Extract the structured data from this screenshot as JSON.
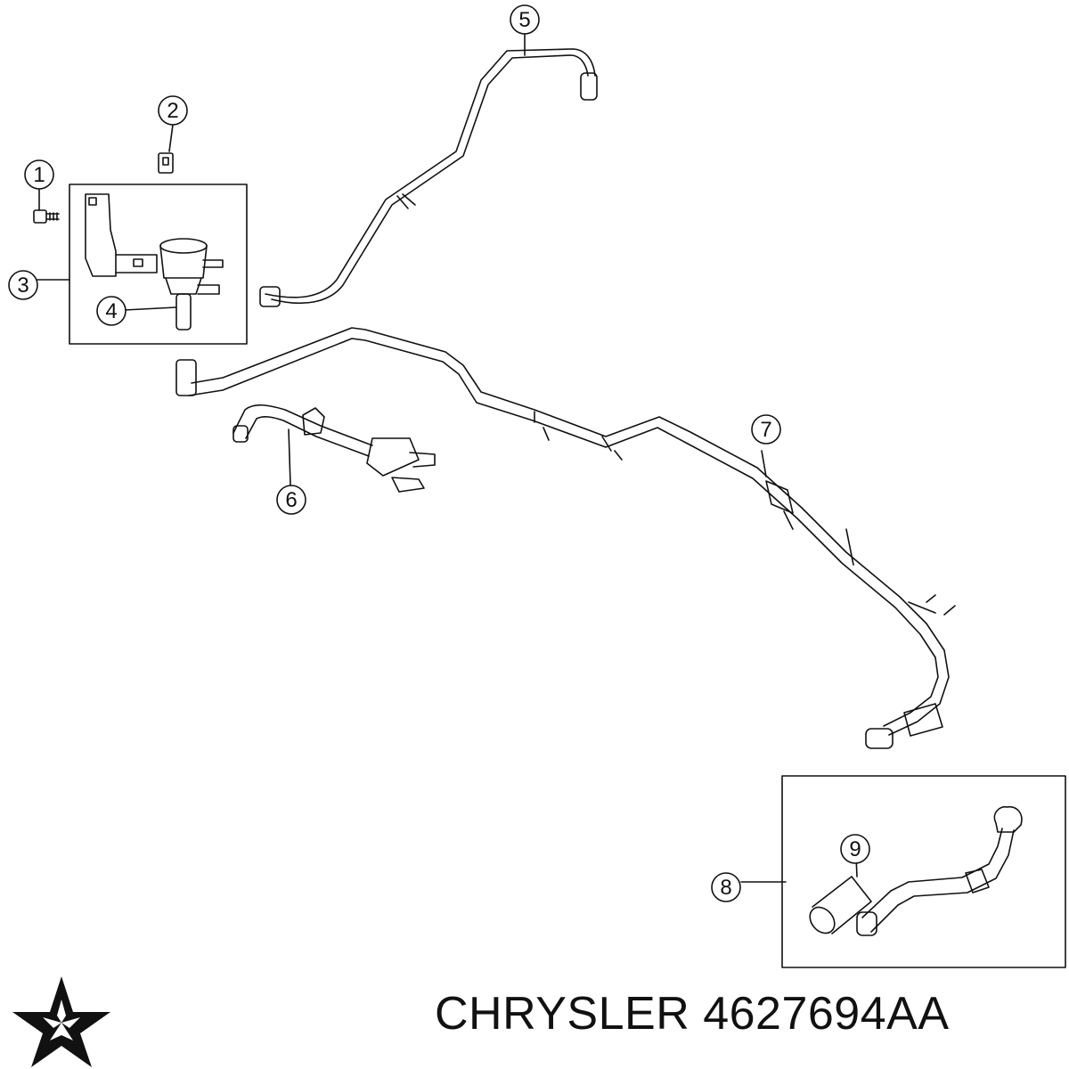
{
  "diagram": {
    "callouts": [
      "1",
      "2",
      "3",
      "4",
      "5",
      "6",
      "7",
      "8",
      "9"
    ]
  },
  "footer": {
    "brand": "CHRYSLER",
    "part_number": "4627694AA",
    "logo_icon": "chrysler-pentastar-icon"
  },
  "colors": {
    "line": "#111111",
    "background": "#ffffff"
  }
}
